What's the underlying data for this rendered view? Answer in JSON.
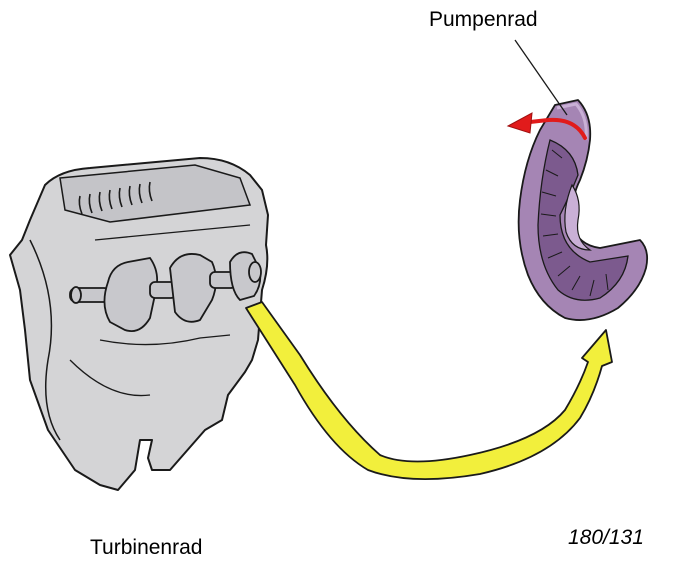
{
  "labels": {
    "pump_wheel": "Pumpenrad",
    "turbine_wheel": "Turbinenrad",
    "figure_ref": "180/131"
  },
  "colors": {
    "engine_fill": "#d4d4d6",
    "engine_stroke": "#1a1a1a",
    "crank_fill": "#c8c8cc",
    "pump_fill": "#a585b4",
    "pump_dark": "#7c5a8e",
    "pump_light": "#c9b0d6",
    "flow_arrow": "#f2ef3c",
    "rotation_arrow": "#e11b1b"
  },
  "icons": {
    "engine": "engine-block-crankshaft",
    "pump": "pump-impeller",
    "flow": "yellow-flow-arrow",
    "rotation": "red-rotation-arrow"
  }
}
